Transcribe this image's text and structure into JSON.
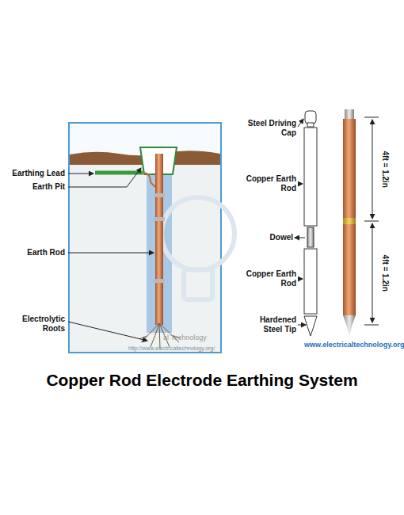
{
  "diagram": {
    "title": "Copper Rod Electrode Earthing System",
    "labels": [
      "Earthing Lead",
      "Earth Pit",
      "Earth Rod",
      "Electrolytic Roots",
      "Steel Driving Cap",
      "Copper Earth Rod",
      "Dowel",
      "Copper Earth Rod",
      "Hardened Steel Tip",
      "4ft = 1.2in",
      "4ft = 1.2in",
      "www.electricaltechnology.org",
      "http://www.electricaltechnology.org/",
      "al Technology"
    ]
  }
}
